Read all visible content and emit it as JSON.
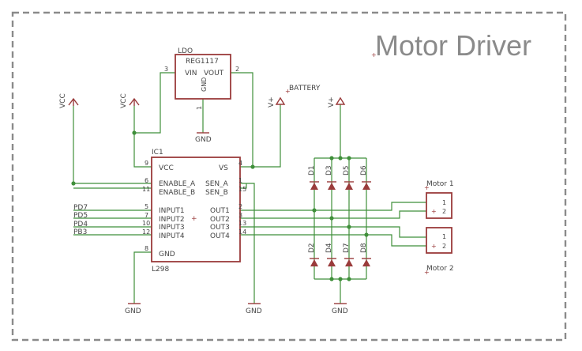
{
  "title": "Motor Driver",
  "colors": {
    "wire": "#3f8f3a",
    "symbol": "#9a3b3b",
    "text": "#444444",
    "frame": "#8a8a8a",
    "title": "#8a8a8a"
  },
  "ldo": {
    "name": "LDO",
    "value": "REG1117",
    "pin_vin": "VIN",
    "pin_vout": "VOUT",
    "pin_gnd": "GND",
    "pin_num_vin": "3",
    "pin_num_vout": "2",
    "pin_num_gnd": "1"
  },
  "ic": {
    "name": "IC1",
    "value": "L298",
    "left_pins": [
      {
        "label": "VCC",
        "num": "9"
      },
      {
        "label": "ENABLE_A",
        "num": "6"
      },
      {
        "label": "ENABLE_B",
        "num": "11"
      },
      {
        "label": "INPUT1",
        "num": "5"
      },
      {
        "label": "INPUT2",
        "num": "7"
      },
      {
        "label": "INPUT3",
        "num": "10"
      },
      {
        "label": "INPUT4",
        "num": "12"
      },
      {
        "label": "GND",
        "num": "8"
      }
    ],
    "right_pins": [
      {
        "label": "VS",
        "num": "4"
      },
      {
        "label": "SEN_A",
        "num": "1"
      },
      {
        "label": "SEN_B",
        "num": "15"
      },
      {
        "label": "OUT1",
        "num": "2"
      },
      {
        "label": "OUT2",
        "num": "3"
      },
      {
        "label": "OUT3",
        "num": "13"
      },
      {
        "label": "OUT4",
        "num": "14"
      }
    ]
  },
  "nets": {
    "pd7": "PD7",
    "pd5": "PD5",
    "pd4": "PD4",
    "pb3": "PB3",
    "battery": "BATTERY"
  },
  "supplies": {
    "vcc": "VCC",
    "vplus": "V+",
    "gnd": "GND"
  },
  "diodes": {
    "top": [
      "D1",
      "D3",
      "D5",
      "D6"
    ],
    "bottom": [
      "D2",
      "D4",
      "D7",
      "D8"
    ]
  },
  "motors": [
    {
      "name": "Motor 1",
      "pin1": "1",
      "pin2": "2"
    },
    {
      "name": "Motor 2",
      "pin1": "1",
      "pin2": "2"
    }
  ]
}
